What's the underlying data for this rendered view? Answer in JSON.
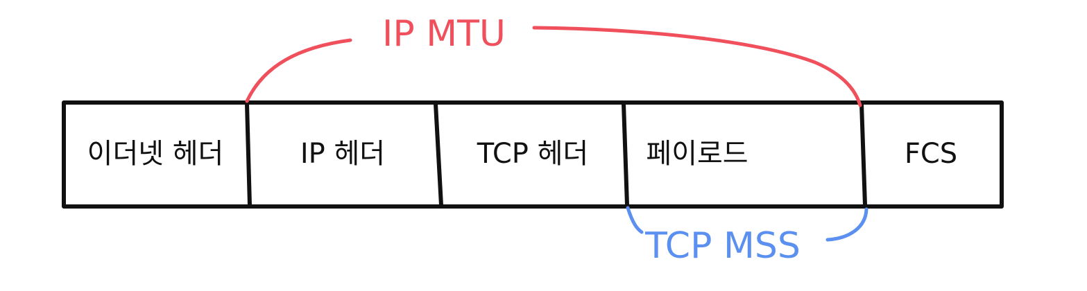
{
  "frame": {
    "cells": [
      {
        "label": "이더넷 헤더"
      },
      {
        "label": "IP 헤더"
      },
      {
        "label": "TCP 헤더"
      },
      {
        "label": "페이로드"
      },
      {
        "label": "FCS"
      }
    ]
  },
  "brackets": {
    "ip_mtu": {
      "label": "IP MTU",
      "color": "#f0505c"
    },
    "tcp_mss": {
      "label": "TCP MSS",
      "color": "#5b8ff0"
    }
  },
  "colors": {
    "border": "#111111",
    "background": "#ffffff"
  }
}
